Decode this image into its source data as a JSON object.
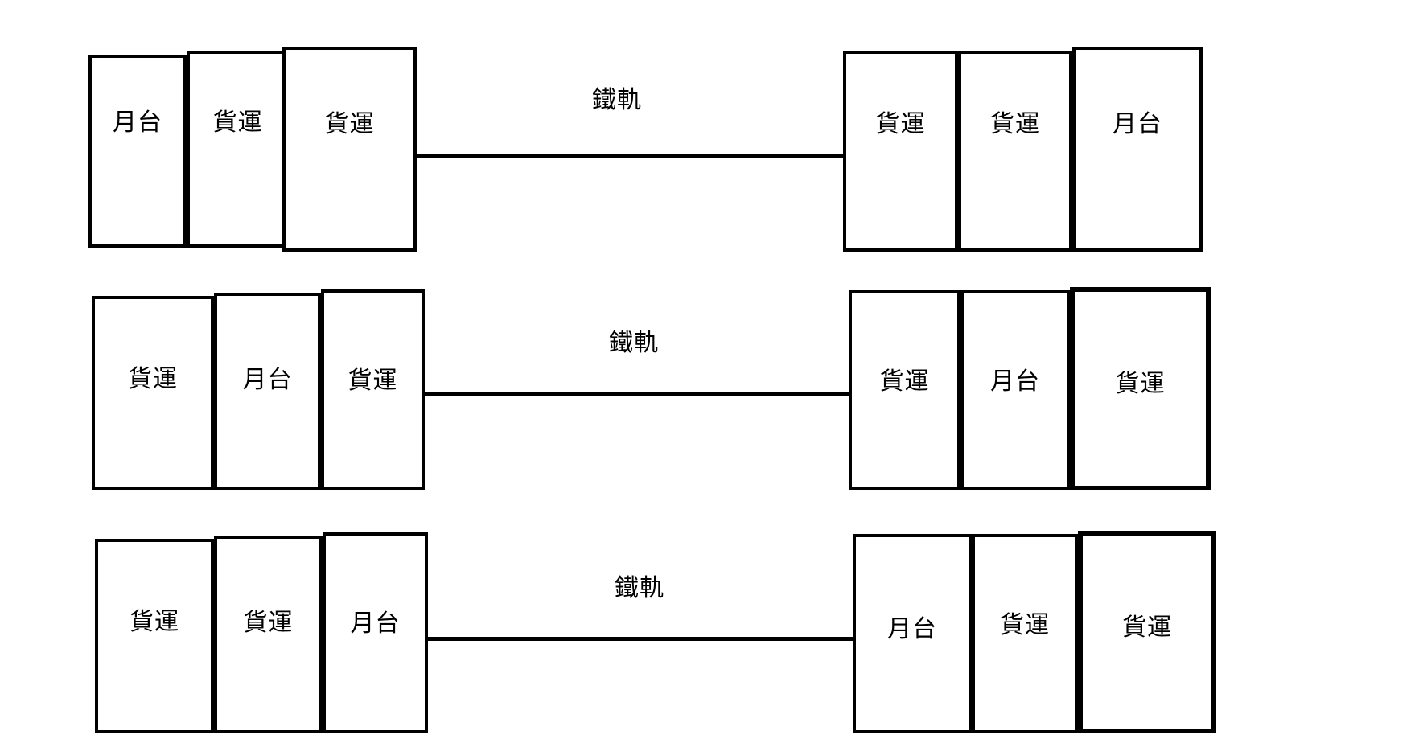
{
  "diagram": {
    "title": "",
    "colors": {
      "stroke": "#000000",
      "background": "#ffffff",
      "text": "#000000"
    },
    "labels": {
      "platform": "月台",
      "freight": "貨運",
      "rail": "鐵軌"
    },
    "rows": [
      {
        "id": "row-1",
        "rail_label": "鐵軌",
        "left_group": {
          "cars": [
            {
              "label": "月台",
              "type": "platform"
            },
            {
              "label": "貨運",
              "type": "freight"
            },
            {
              "label": "貨運",
              "type": "freight"
            }
          ]
        },
        "right_group": {
          "cars": [
            {
              "label": "貨運",
              "type": "freight"
            },
            {
              "label": "貨運",
              "type": "freight"
            },
            {
              "label": "月台",
              "type": "platform"
            }
          ]
        }
      },
      {
        "id": "row-2",
        "rail_label": "鐵軌",
        "left_group": {
          "cars": [
            {
              "label": "貨運",
              "type": "freight"
            },
            {
              "label": "月台",
              "type": "platform"
            },
            {
              "label": "貨運",
              "type": "freight"
            }
          ]
        },
        "right_group": {
          "cars": [
            {
              "label": "貨運",
              "type": "freight"
            },
            {
              "label": "月台",
              "type": "platform"
            },
            {
              "label": "貨運",
              "type": "freight"
            }
          ]
        }
      },
      {
        "id": "row-3",
        "rail_label": "鐵軌",
        "left_group": {
          "cars": [
            {
              "label": "貨運",
              "type": "freight"
            },
            {
              "label": "貨運",
              "type": "freight"
            },
            {
              "label": "月台",
              "type": "platform"
            }
          ]
        },
        "right_group": {
          "cars": [
            {
              "label": "月台",
              "type": "platform"
            },
            {
              "label": "貨運",
              "type": "freight"
            },
            {
              "label": "貨運",
              "type": "freight"
            }
          ]
        }
      }
    ]
  }
}
